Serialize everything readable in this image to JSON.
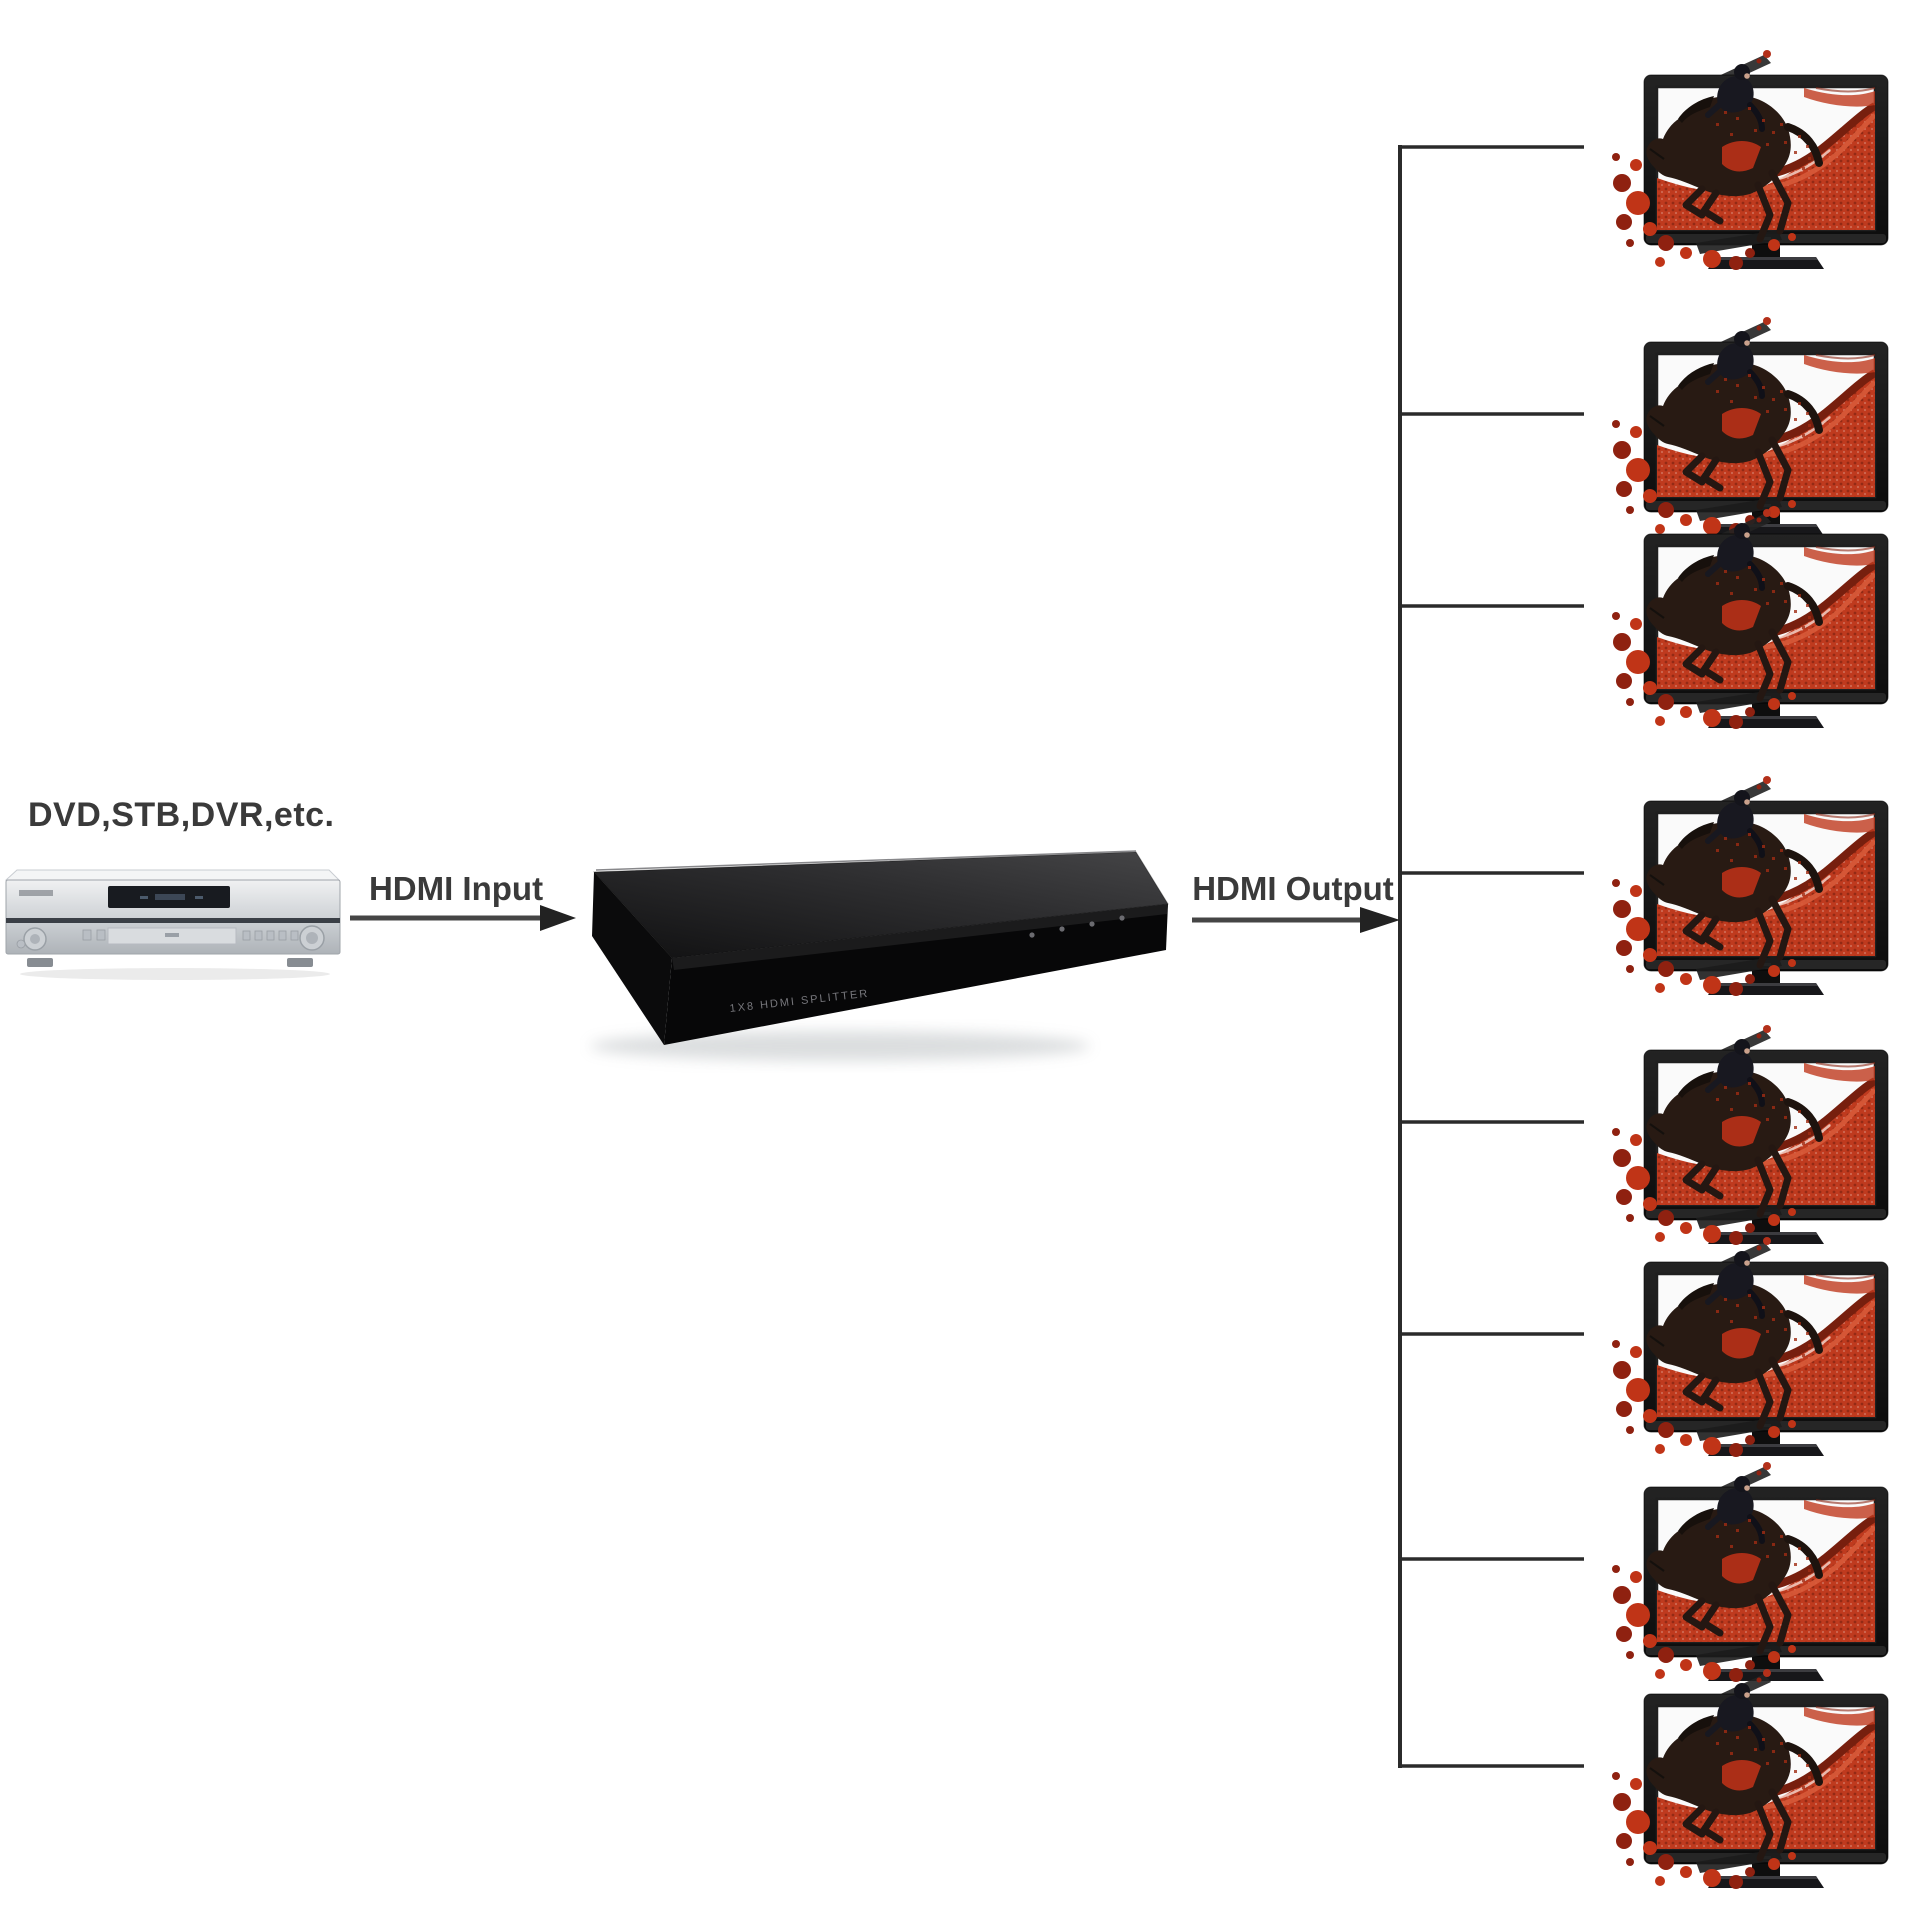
{
  "labels": {
    "source_device": "DVD,STB,DVR,etc.",
    "hdmi_input": "HDMI Input",
    "hdmi_output": "HDMI Output"
  },
  "splitter": {
    "front_text": "1X8 HDMI SPLITTER",
    "indicator_led_count": 4
  },
  "outputs": {
    "tv_count": 8
  },
  "colors": {
    "background": "#ffffff",
    "connector_line": "#2b2b2b",
    "arrow_line": "#454545",
    "arrow_head": "#222222",
    "label_text": "#3a3a3a",
    "tv_screen_red": "#bf3a1e",
    "splitter_body": "#0e0e0f",
    "dvd_player_silver": "#ccd0d4"
  }
}
